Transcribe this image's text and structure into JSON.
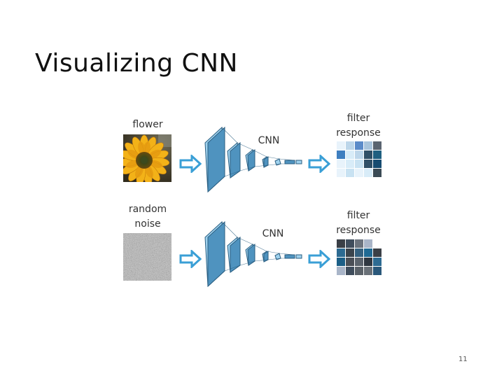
{
  "slide": {
    "title": "Visualizing CNN",
    "page_number": "11"
  },
  "rows": [
    {
      "input_label": "flower",
      "network_label": "CNN",
      "output_label_line1": "filter",
      "output_label_line2": "response",
      "grid_colors": [
        [
          "#e8f3fb",
          "#bcd6ea",
          "#5b8bc9",
          "#a8c4dc",
          "#5a6470"
        ],
        [
          "#3f7fc0",
          "#d8ecf8",
          "#bcd6ea",
          "#2f4f66",
          "#1f5f80"
        ],
        [
          "#e8f3fb",
          "#d8ecf8",
          "#c8e2f2",
          "#2f4f66",
          "#164b70"
        ],
        [
          "#e8f3fb",
          "#c8e2f2",
          "#e8f3fb",
          "#d8ecf8",
          "#3a4a55"
        ]
      ]
    },
    {
      "input_label_line1": "random",
      "input_label_line2": "noise",
      "network_label": "CNN",
      "output_label_line1": "filter",
      "output_label_line2": "response",
      "grid_colors": [
        [
          "#3a3f46",
          "#3f4d5c",
          "#6b737d",
          "#a9b5c8",
          "#ffffff"
        ],
        [
          "#2d6b92",
          "#3b444c",
          "#35617f",
          "#1f6a94",
          "#3a3f46"
        ],
        [
          "#1c5f87",
          "#4a4f56",
          "#5b636c",
          "#2f3740",
          "#2d6b92"
        ],
        [
          "#a9b5c8",
          "#3f4d5c",
          "#5a6168",
          "#6a7178",
          "#2a587a"
        ]
      ]
    }
  ],
  "colors": {
    "arrow": "#3a9fd6",
    "cnn_face": "#4f93bf",
    "cnn_side": "#9fd2ee",
    "cnn_line": "#2b5f82"
  }
}
